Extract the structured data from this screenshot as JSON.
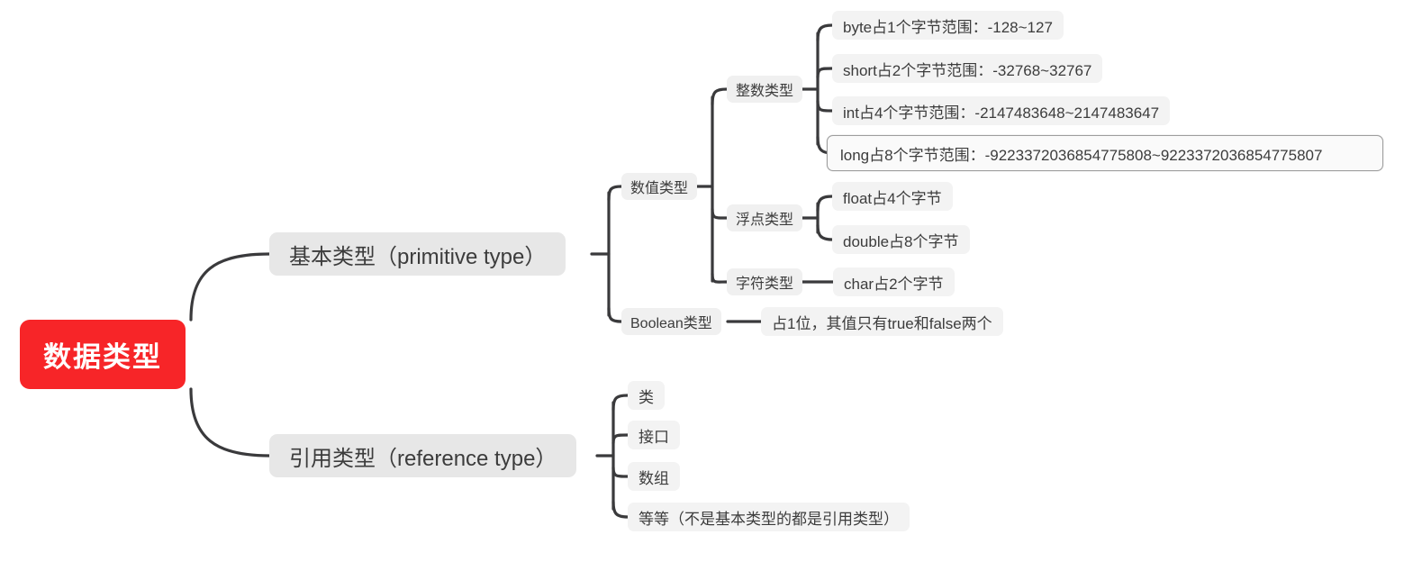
{
  "diagram": {
    "title": "数据类型",
    "type": "mindmap",
    "colors": {
      "root_background": "#f72528",
      "root_text": "#ffffff",
      "branch_background": "#e7e7e7",
      "node_background": "#f0f0f0",
      "node_text": "#3c3c3c",
      "edge": "#3a3a3c",
      "selected_border": "#9e9e9e",
      "canvas_background": "#ffffff"
    },
    "root": {
      "label": "数据类型"
    },
    "branches": [
      {
        "id": "primitive",
        "label": "基本类型（primitive type）",
        "children": [
          {
            "id": "numeric",
            "label": "数值类型",
            "children": [
              {
                "id": "integer",
                "label": "整数类型",
                "children": [
                  {
                    "id": "byte",
                    "label": "byte占1个字节范围：-128~127",
                    "selected": false
                  },
                  {
                    "id": "short",
                    "label": "short占2个字节范围：-32768~32767",
                    "selected": false
                  },
                  {
                    "id": "int",
                    "label": "int占4个字节范围：-2147483648~2147483647",
                    "selected": false
                  },
                  {
                    "id": "long",
                    "label": "long占8个字节范围：-9223372036854775808~9223372036854775807",
                    "selected": true
                  }
                ]
              },
              {
                "id": "floating",
                "label": "浮点类型",
                "children": [
                  {
                    "id": "float",
                    "label": "float占4个字节",
                    "selected": false
                  },
                  {
                    "id": "double",
                    "label": "double占8个字节",
                    "selected": false
                  }
                ]
              },
              {
                "id": "character",
                "label": "字符类型",
                "children": [
                  {
                    "id": "char",
                    "label": "char占2个字节",
                    "selected": false
                  }
                ]
              }
            ]
          },
          {
            "id": "boolean",
            "label": "Boolean类型",
            "children": [
              {
                "id": "boolean-detail",
                "label": "占1位，其值只有true和false两个",
                "selected": false
              }
            ]
          }
        ]
      },
      {
        "id": "reference",
        "label": "引用类型（reference type）",
        "children": [
          {
            "id": "class",
            "label": "类",
            "selected": false
          },
          {
            "id": "interface",
            "label": "接口",
            "selected": false
          },
          {
            "id": "array",
            "label": "数组",
            "selected": false
          },
          {
            "id": "etc",
            "label": "等等（不是基本类型的都是引用类型）",
            "selected": false
          }
        ]
      }
    ]
  }
}
